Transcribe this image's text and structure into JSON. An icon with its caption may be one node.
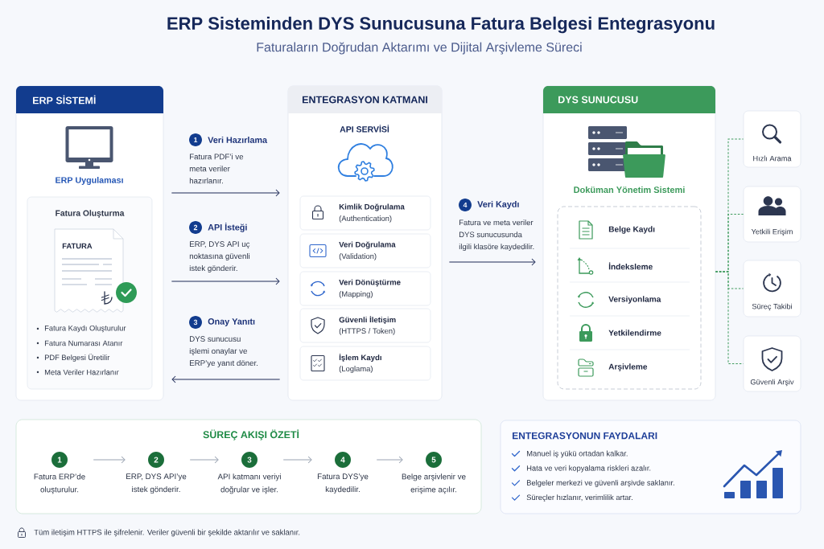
{
  "diagram": {
    "title": "ERP Sisteminden DYS Sunucusuna Fatura Belgesi Entegrasyonu",
    "nodes": [
      {
        "text": [
          "ERP SİSTEMİ",
          "ERP Uygulaması"
        ]
      },
      {
        "text": [
          "Fatura Oluşturma",
          "Fatura Kaydı Oluşturulur",
          "Fatura Numarası Atanır",
          "PDF Belgesi Üretilir",
          "Meta Veriler Hazırlanır"
        ],
        "in": 0
      },
      {
        "text": [
          "FATURA"
        ],
        "in": 1
      },
      {
        "text": [
          "ENTEGRASYON KATMANI",
          "API SERVİSİ"
        ]
      },
      {
        "text": [
          "Kimlik Doğrulama",
          "(Authentication)"
        ],
        "in": 3
      },
      {
        "text": [
          "Veri Doğrulama",
          "(Validation)"
        ],
        "in": 3
      },
      {
        "text": [
          "Veri Dönüştürme",
          "(Mapping)"
        ],
        "in": 3
      },
      {
        "text": [
          "Güvenli İletişim",
          "(HTTPS / Token)"
        ],
        "in": 3
      },
      {
        "text": [
          "İşlem Kaydı",
          "(Loglama)"
        ],
        "in": 3
      },
      {
        "text": [
          "DYS SUNUCUSU",
          "Doküman Yönetim Sistemi"
        ]
      },
      {
        "text": [
          "Belge Kaydı",
          "İndeksleme",
          "Versiyonlama",
          "Yetkilendirme",
          "Arşivleme"
        ],
        "in": 9
      },
      {
        "text": [
          "Hızlı Arama"
        ]
      },
      {
        "text": [
          "Yetkili Erişim"
        ]
      },
      {
        "text": [
          "Süreç Takibi"
        ]
      },
      {
        "text": [
          "Güvenli Arşiv"
        ]
      },
      {
        "text": [
          "SÜREÇ AKIŞI ÖZETİ"
        ]
      },
      {
        "text": [
          "1"
        ],
        "in": 15,
        "beside": [
          "Fatura ERP’de oluşturulur."
        ]
      },
      {
        "text": [
          "2"
        ],
        "in": 15,
        "beside": [
          "ERP, DYS API’ye istek gönderir."
        ]
      },
      {
        "text": [
          "3"
        ],
        "in": 15,
        "beside": [
          "API katmanı veriyi doğrular ve işler."
        ]
      },
      {
        "text": [
          "4"
        ],
        "in": 15,
        "beside": [
          "Fatura DYS’ye kaydedilir."
        ]
      },
      {
        "text": [
          "5"
        ],
        "in": 15,
        "beside": [
          "Belge arşivlenir ve erişime açılır."
        ]
      },
      {
        "text": [
          "ENTEGRASYONUN FAYDALARI",
          "Manuel iş yükü ortadan kalkar.",
          "Hata ve veri kopyalama riskleri azalır.",
          "Belgeler merkezi ve güvenli arşivde saklanır.",
          "Süreçler hızlanır, verimlilik artar."
        ]
      }
    ],
    "edges": [
      {
        "from": 0,
        "to": 3,
        "arrow": "to",
        "label": "Fatura PDF’i ve meta veriler hazırlanır."
      },
      {
        "from": 0,
        "to": 3,
        "arrow": "to",
        "label": "ERP, DYS API uç noktasına güvenli istek gönderir."
      },
      {
        "from": 3,
        "to": 0,
        "arrow": "to",
        "label": "DYS sunucusu işlemi onaylar ve ERP’ye yanıt döner."
      },
      {
        "from": 3,
        "to": 9,
        "arrow": "to",
        "label": "Fatura ve meta veriler DYS sunucusunda ilgili klasöre kaydedilir."
      },
      {
        "from": 9,
        "to": 11,
        "arrow": "none",
        "style": "dashed",
        "color": "#3c9a5b"
      },
      {
        "from": 9,
        "to": 12,
        "arrow": "none",
        "style": "dashed",
        "color": "#3c9a5b"
      },
      {
        "from": 9,
        "to": 13,
        "arrow": "none",
        "style": "dashed",
        "color": "#3c9a5b"
      },
      {
        "from": 9,
        "to": 14,
        "arrow": "none",
        "style": "dashed",
        "color": "#3c9a5b"
      },
      {
        "from": 16,
        "to": 17,
        "arrow": "to",
        "color": "#9aa3b2"
      },
      {
        "from": 17,
        "to": 18,
        "arrow": "to",
        "color": "#9aa3b2"
      },
      {
        "from": 18,
        "to": 19,
        "arrow": "to",
        "color": "#9aa3b2"
      },
      {
        "from": 19,
        "to": 20,
        "arrow": "to",
        "color": "#9aa3b2"
      }
    ],
    "labels": [
      "Faturaların Doğrudan Aktarımı ve Dijital Arşivleme Süreci",
      "1",
      "Veri Hazırlama",
      "2",
      "API İsteği",
      "3",
      "Onay Yanıtı",
      "4",
      "Veri Kaydı",
      "Tüm iletişim HTTPS ile şifrelenir. Veriler güvenli bir şekilde aktarılır ve saklanır."
    ]
  }
}
